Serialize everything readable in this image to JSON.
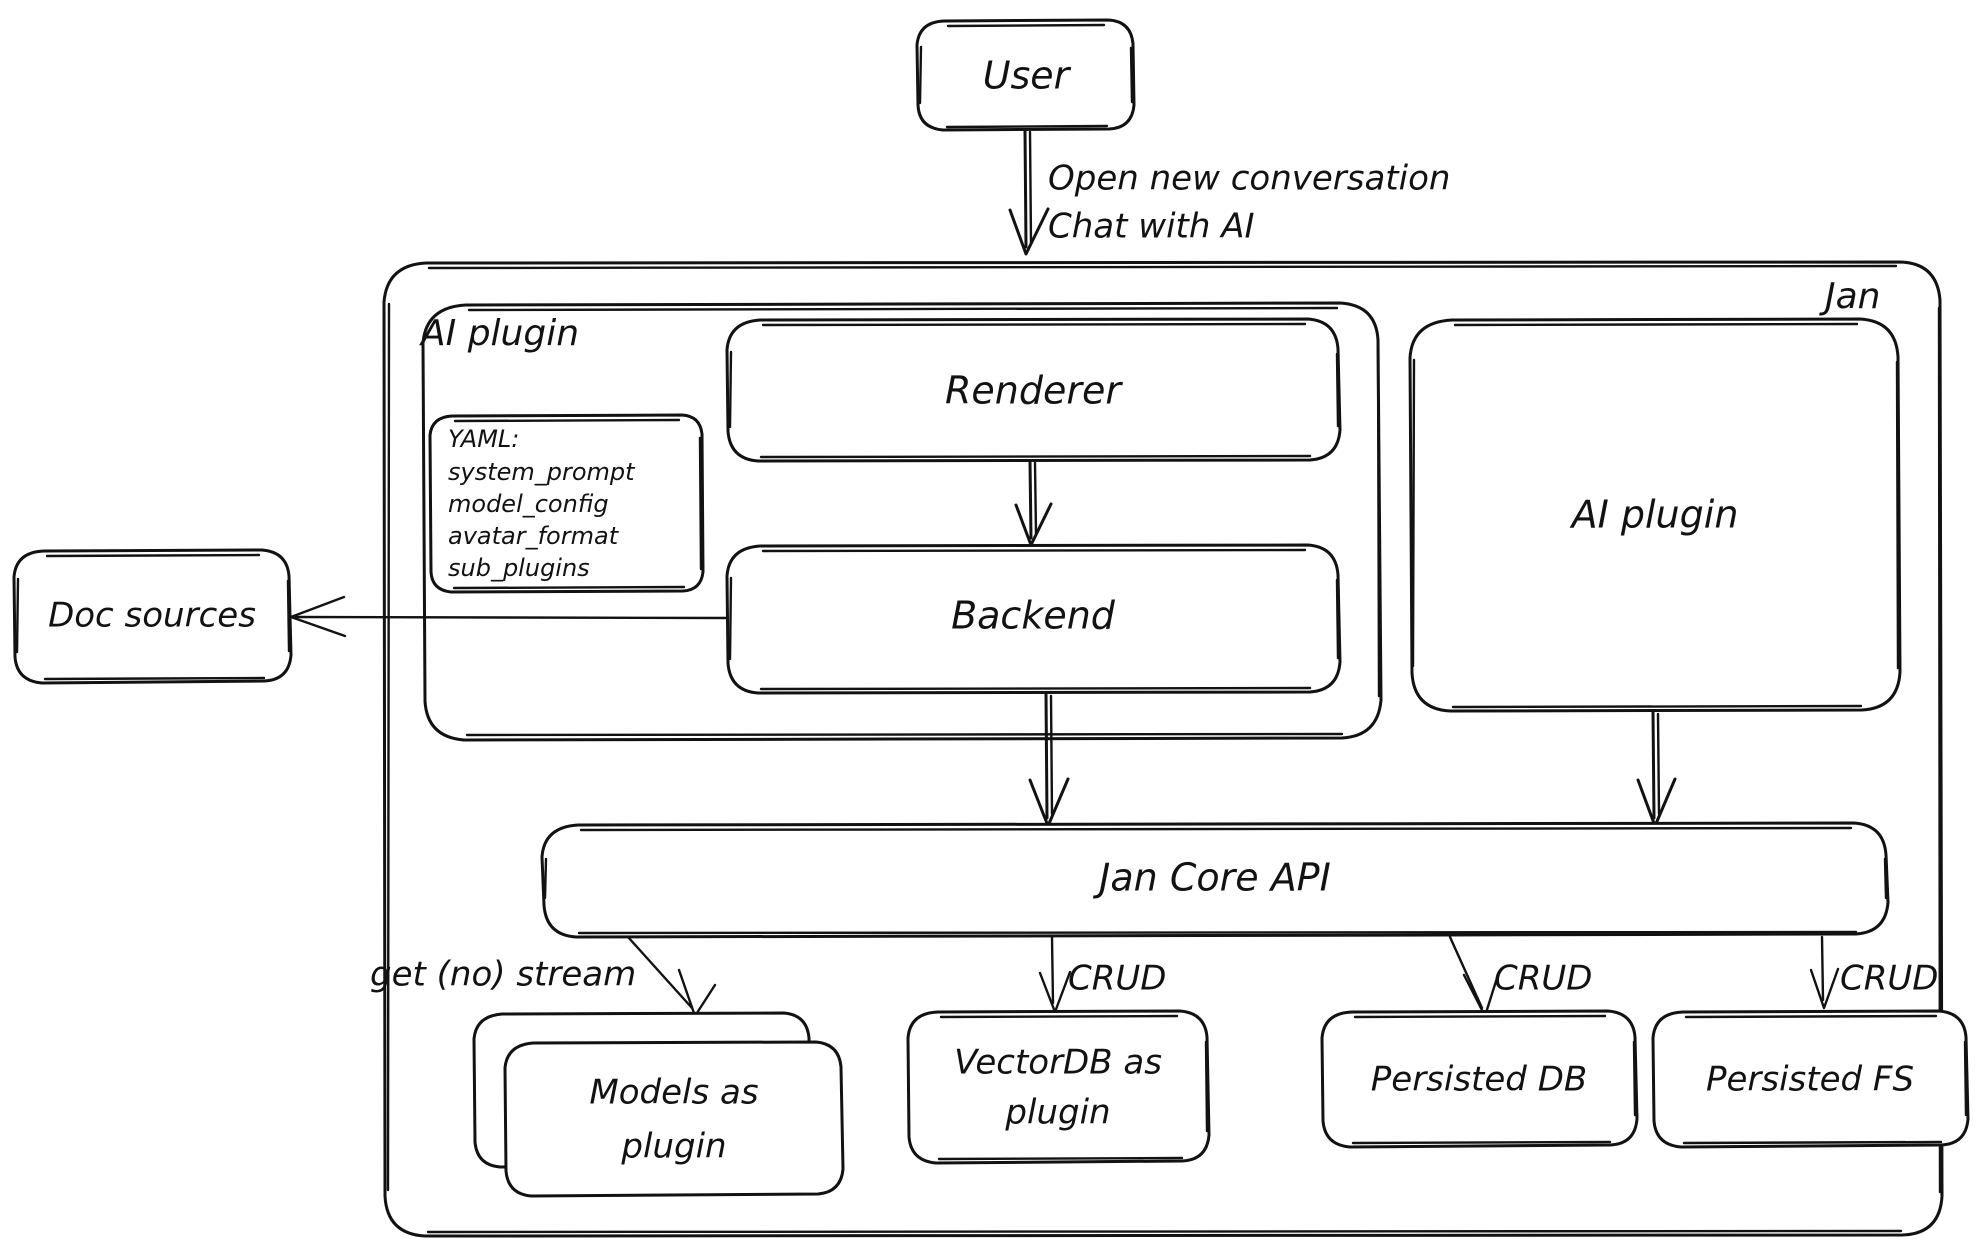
{
  "diagram": {
    "title": "Jan architecture diagram",
    "style": "hand-drawn excalidraw",
    "background": "#ffffff",
    "stroke_color": "#121212"
  },
  "groups": {
    "jan": {
      "label": "Jan"
    },
    "ai_plugin_group": {
      "label": "AI plugin"
    }
  },
  "nodes": {
    "user": {
      "label": "User"
    },
    "renderer": {
      "label": "Renderer"
    },
    "backend": {
      "label": "Backend"
    },
    "ai_plugin_right": {
      "label": "AI plugin"
    },
    "doc_sources": {
      "label": "Doc sources"
    },
    "jan_core_api": {
      "label": "Jan Core API"
    },
    "models_plugin": {
      "label_line1": "Models as",
      "label_line2": "plugin"
    },
    "vectordb_plugin": {
      "label_line1": "VectorDB as",
      "label_line2": "plugin"
    },
    "persisted_db": {
      "label": "Persisted DB"
    },
    "persisted_fs": {
      "label": "Persisted FS"
    }
  },
  "yaml_box": {
    "title": "YAML:",
    "keys": [
      "system_prompt",
      "model_config",
      "avatar_format",
      "sub_plugins"
    ]
  },
  "edges": [
    {
      "id": "user-to-renderer",
      "from": "user",
      "to": "renderer",
      "label_line1": "Open new conversation",
      "label_line2": "Chat with AI"
    },
    {
      "id": "renderer-to-backend",
      "from": "renderer",
      "to": "backend",
      "label": ""
    },
    {
      "id": "backend-to-doc-sources",
      "from": "backend",
      "to": "doc_sources",
      "label": ""
    },
    {
      "id": "backend-to-core-api",
      "from": "backend",
      "to": "jan_core_api",
      "label": ""
    },
    {
      "id": "ai-plugin-to-core-api",
      "from": "ai_plugin_right",
      "to": "jan_core_api",
      "label": ""
    },
    {
      "id": "core-api-to-models",
      "from": "jan_core_api",
      "to": "models_plugin",
      "label": "get (no) stream"
    },
    {
      "id": "core-api-to-vectordb",
      "from": "jan_core_api",
      "to": "vectordb_plugin",
      "label": "CRUD"
    },
    {
      "id": "core-api-to-persisted-db",
      "from": "jan_core_api",
      "to": "persisted_db",
      "label": "CRUD"
    },
    {
      "id": "core-api-to-persisted-fs",
      "from": "jan_core_api",
      "to": "persisted_fs",
      "label": "CRUD"
    }
  ]
}
